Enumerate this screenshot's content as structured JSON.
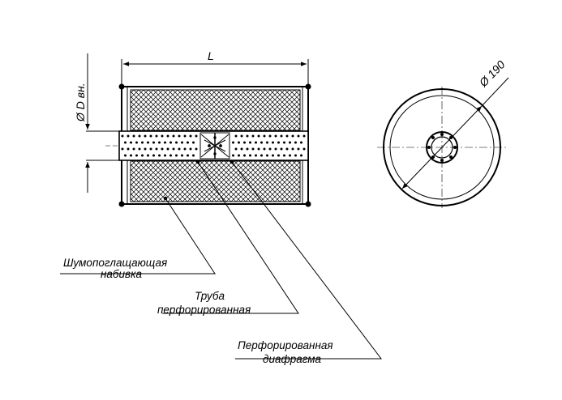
{
  "drawing": {
    "line_color": "#000000",
    "background": "#ffffff",
    "dimensions": {
      "length_label": "L",
      "inner_diameter_label": "Ø D вн.",
      "outer_diameter_label": "Ø 190"
    },
    "callouts": [
      {
        "line1": "Шумопоглащающая",
        "line2": "набивка"
      },
      {
        "line1": "Труба",
        "line2": "перфорированная"
      },
      {
        "line1": "Перфорированная",
        "line2": "диафрагма"
      }
    ]
  }
}
